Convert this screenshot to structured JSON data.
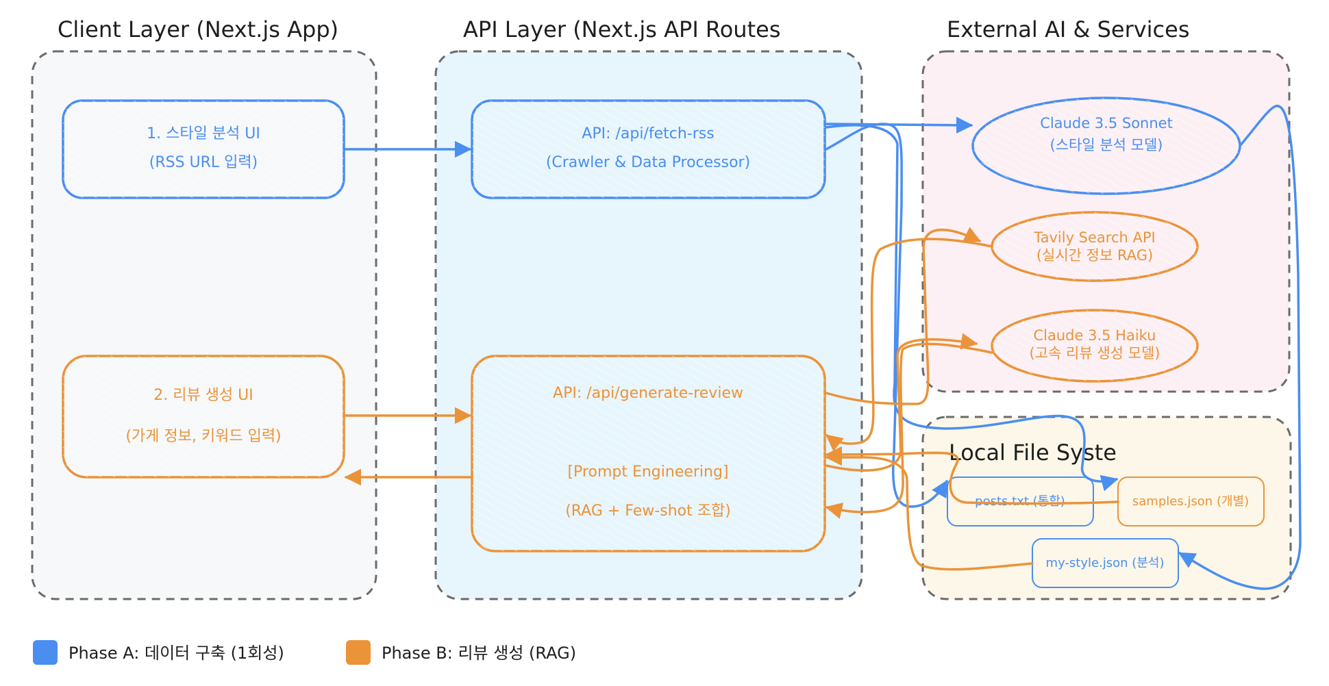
{
  "colors": {
    "phase_a": "#4a8ef0",
    "phase_b": "#ea9339",
    "client_bg": "#f6f8fa",
    "api_bg": "#e7f5fd",
    "external_bg": "#fcf0f4",
    "local_bg": "#fcf7e8",
    "container_border": "#6b6b6b"
  },
  "sections": {
    "client": {
      "title": "Client Layer (Next.js App)"
    },
    "api": {
      "title": "API Layer (Next.js API Routes"
    },
    "external": {
      "title": "External AI & Services"
    },
    "local": {
      "title": "Local File Syste"
    }
  },
  "nodes": {
    "style_ui": {
      "line1": "1. 스타일 분석 UI",
      "line2": "(RSS URL 입력)",
      "phase": "A"
    },
    "review_ui": {
      "line1": "2. 리뷰 생성 UI",
      "line2": "(가게 정보, 키워드 입력)",
      "phase": "B"
    },
    "fetch_rss": {
      "line1": "API: /api/fetch-rss",
      "line2": "(Crawler & Data Processor)",
      "phase": "A"
    },
    "generate_review": {
      "line1": "API: /api/generate-review",
      "line2": "[Prompt Engineering]",
      "line3": "(RAG + Few-shot 조합)",
      "phase": "B"
    },
    "sonnet": {
      "line1": "Claude 3.5 Sonnet",
      "line2": "(스타일 분석 모델)",
      "phase": "A"
    },
    "tavily": {
      "line1": "Tavily Search API",
      "line2": "(실시간 정보 RAG)",
      "phase": "B"
    },
    "haiku": {
      "line1": "Claude 3.5 Haiku",
      "line2": "(고속 리뷰 생성 모델)",
      "phase": "B"
    },
    "posts_txt": {
      "label": "posts.txt (통합)",
      "phase": "A"
    },
    "samples_json": {
      "label": "samples.json (개별)",
      "phase": "B"
    },
    "my_style_json": {
      "label": "my-style.json (분석)",
      "phase": "A"
    }
  },
  "edges": [
    {
      "from": "style_ui",
      "to": "fetch_rss",
      "phase": "A"
    },
    {
      "from": "fetch_rss",
      "to": "sonnet",
      "phase": "A"
    },
    {
      "from": "fetch_rss",
      "to": "posts_txt",
      "phase": "A"
    },
    {
      "from": "fetch_rss",
      "to": "samples_json",
      "phase": "A"
    },
    {
      "from": "sonnet",
      "to": "my_style_json",
      "phase": "A"
    },
    {
      "from": "review_ui",
      "to": "generate_review",
      "phase": "B"
    },
    {
      "from": "generate_review",
      "to": "review_ui",
      "phase": "B"
    },
    {
      "from": "generate_review",
      "to": "tavily",
      "phase": "B"
    },
    {
      "from": "tavily",
      "to": "generate_review",
      "phase": "B"
    },
    {
      "from": "generate_review",
      "to": "haiku",
      "phase": "B"
    },
    {
      "from": "haiku",
      "to": "generate_review",
      "phase": "B"
    },
    {
      "from": "samples_json",
      "to": "generate_review",
      "phase": "B"
    },
    {
      "from": "my_style_json",
      "to": "generate_review",
      "phase": "B"
    }
  ],
  "legend": [
    {
      "label": "Phase A: 데이터 구축 (1회성)",
      "color": "#4a8ef0"
    },
    {
      "label": "Phase B: 리뷰 생성 (RAG)",
      "color": "#ea9339"
    }
  ]
}
